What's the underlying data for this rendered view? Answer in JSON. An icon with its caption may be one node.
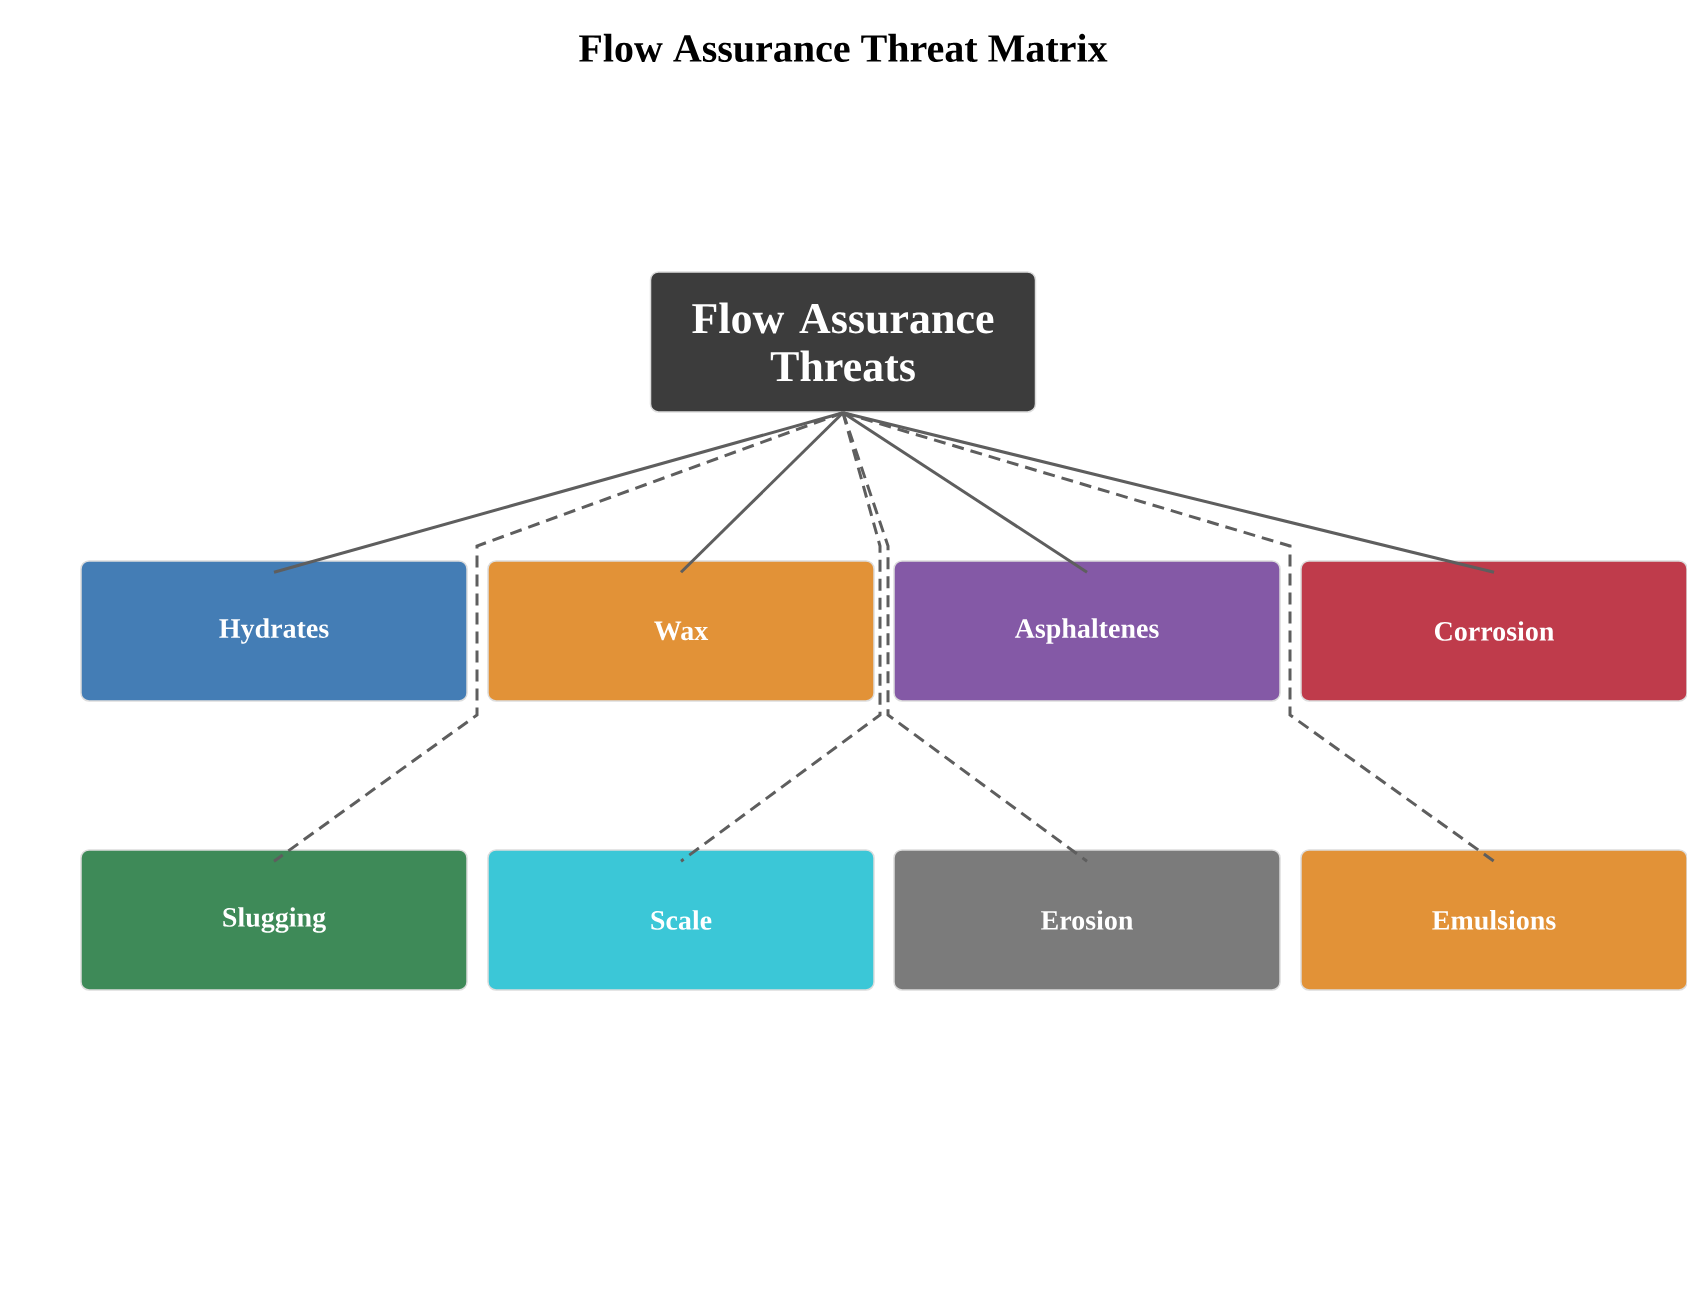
{
  "diagram": {
    "title": "Flow Assurance Threat Matrix",
    "nodes": [
      {
        "text": [
          "Flow Assurance Threats"
        ]
      },
      {
        "text": [
          "Hydrates"
        ]
      },
      {
        "text": [
          "Wax"
        ]
      },
      {
        "text": [
          "Asphaltenes"
        ]
      },
      {
        "text": [
          "Corrosion"
        ]
      },
      {
        "text": [
          "Slugging"
        ]
      },
      {
        "text": [
          "Scale"
        ]
      },
      {
        "text": [
          "Erosion"
        ]
      },
      {
        "text": [
          "Emulsions"
        ]
      }
    ],
    "edges": [
      {
        "from": 0,
        "to": 1,
        "arrow": "none"
      },
      {
        "from": 0,
        "to": 2,
        "arrow": "none"
      },
      {
        "from": 0,
        "to": 3,
        "arrow": "none"
      },
      {
        "from": 0,
        "to": 4,
        "arrow": "none"
      },
      {
        "from": 0,
        "to": 5,
        "arrow": "none",
        "style": "dashed"
      },
      {
        "from": 0,
        "to": 6,
        "arrow": "none",
        "style": "dashed"
      },
      {
        "from": 0,
        "to": 7,
        "arrow": "none",
        "style": "dashed"
      },
      {
        "from": 0,
        "to": 8,
        "arrow": "none",
        "style": "dashed"
      }
    ]
  }
}
